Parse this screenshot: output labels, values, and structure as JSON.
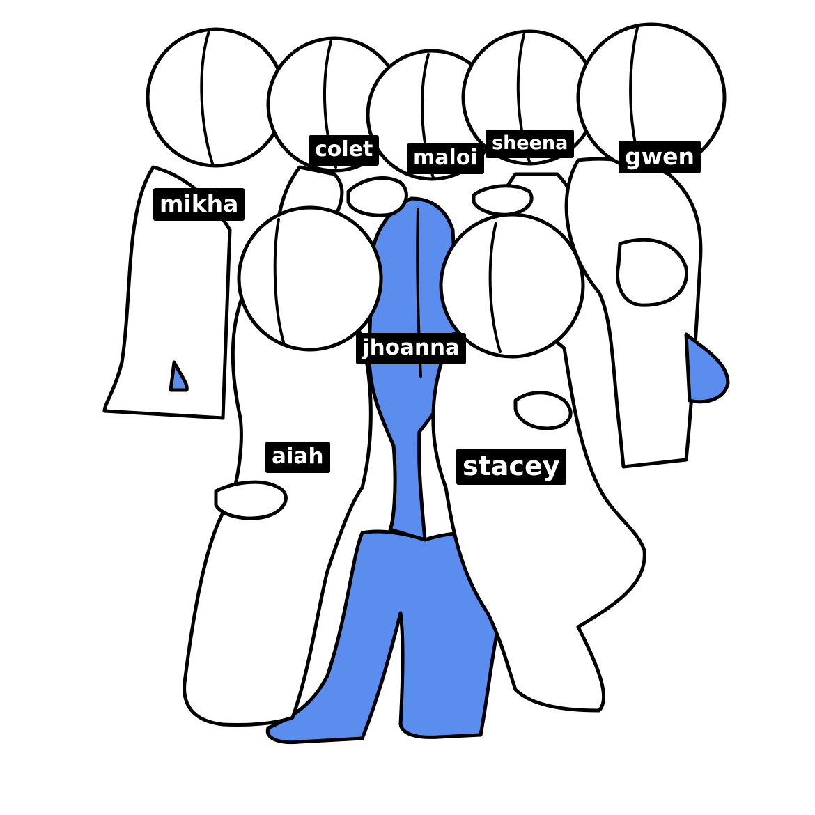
{
  "colors": {
    "background": "#ffffff",
    "line": "#000000",
    "highlight": "#5b8def",
    "label_bg": "#000000",
    "label_text": "#ffffff"
  },
  "labels": {
    "colet": "colet",
    "maloi": "maloi",
    "sheena": "sheena",
    "gwen": "gwen",
    "mikha": "mikha",
    "jhoanna": "jhoanna",
    "aiah": "aiah",
    "stacey": "stacey"
  }
}
